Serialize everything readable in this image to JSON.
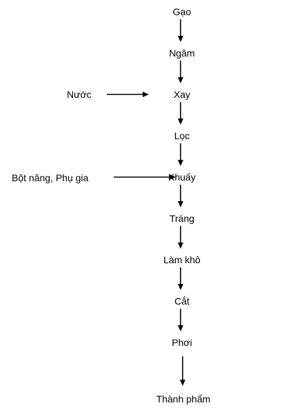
{
  "steps": [
    "Gạo",
    "Ngâm",
    "Xay",
    "Lọc",
    "Khuấy",
    "Tráng",
    "Làm khô",
    "Cắt",
    "Phơi",
    "Thành phẩm"
  ],
  "inputs": {
    "water": "Nước",
    "additives": "Bột năng, Phụ gia"
  }
}
